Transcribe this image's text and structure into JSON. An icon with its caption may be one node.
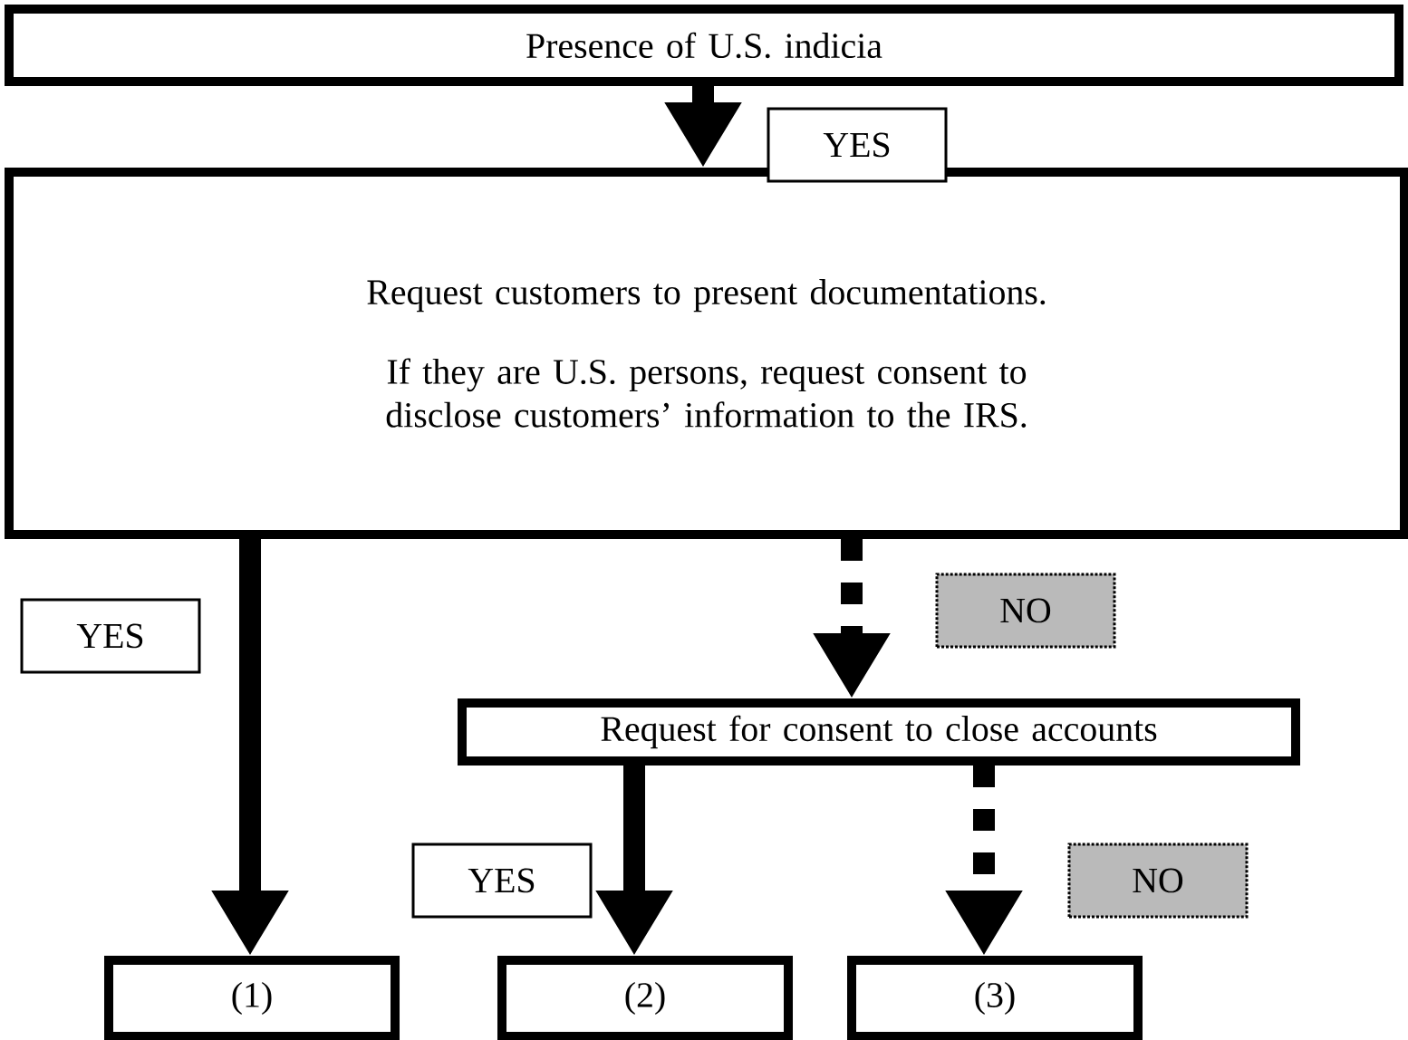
{
  "diagram": {
    "nodes": [
      {
        "text": [
          "Presence of U.S. indicia"
        ]
      },
      {
        "text": [
          "Request customers to present documentations.",
          "If they are U.S. persons, request consent to disclose customers’ information to the IRS."
        ]
      },
      {
        "text": [
          "Request for consent to close accounts"
        ]
      },
      {
        "text": [
          "(1)"
        ]
      },
      {
        "text": [
          "(2)"
        ]
      },
      {
        "text": [
          "(3)"
        ]
      }
    ],
    "edges": [
      {
        "from": 0,
        "to": 1,
        "arrow": "to",
        "label": "YES"
      },
      {
        "from": 1,
        "to": 3,
        "arrow": "to",
        "label": "YES"
      },
      {
        "from": 1,
        "to": 2,
        "arrow": "to",
        "label": "NO",
        "style": "dashed"
      },
      {
        "from": 2,
        "to": 4,
        "arrow": "to",
        "label": "YES"
      },
      {
        "from": 2,
        "to": 5,
        "arrow": "to",
        "label": "NO",
        "style": "dashed"
      }
    ]
  }
}
